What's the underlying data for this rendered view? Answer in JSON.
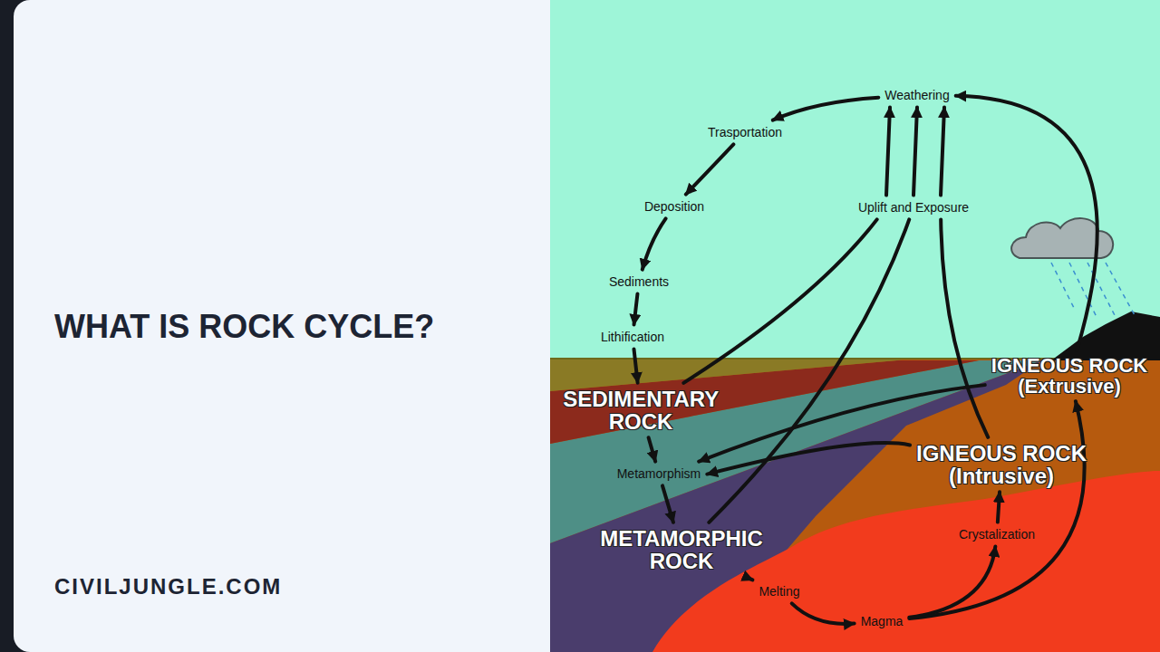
{
  "diagram": {
    "title": "WHAT IS ROCK CYCLE?",
    "nodes": [
      {
        "text": [
          "Weathering"
        ]
      },
      {
        "text": [
          "Trasportation"
        ]
      },
      {
        "text": [
          "Deposition"
        ]
      },
      {
        "text": [
          "Sediments"
        ]
      },
      {
        "text": [
          "Lithification"
        ]
      },
      {
        "text": [
          "Uplift and Exposure"
        ]
      },
      {
        "text": [
          "SEDIMENTARY ROCK"
        ]
      },
      {
        "text": [
          "IGNEOUS ROCK",
          "(Extrusive)"
        ]
      },
      {
        "text": [
          "Metamorphism"
        ]
      },
      {
        "text": [
          "IGNEOUS ROCK",
          "(Intrusive)"
        ]
      },
      {
        "text": [
          "METAMORPHIC ROCK"
        ]
      },
      {
        "text": [
          "Crystalization"
        ]
      },
      {
        "text": [
          "Melting"
        ]
      },
      {
        "text": [
          "Magma"
        ]
      }
    ],
    "edges": [
      {
        "from": 0,
        "to": 1,
        "arrow": "to"
      },
      {
        "from": 1,
        "to": 2,
        "arrow": "to"
      },
      {
        "from": 2,
        "to": 3,
        "arrow": "to"
      },
      {
        "from": 3,
        "to": 4,
        "arrow": "to"
      },
      {
        "from": 4,
        "to": 6,
        "arrow": "to"
      },
      {
        "from": 5,
        "to": 0,
        "arrow": "to"
      },
      {
        "from": 5,
        "to": 0,
        "arrow": "to"
      },
      {
        "from": 5,
        "to": 0,
        "arrow": "to"
      },
      {
        "from": 6,
        "to": 5,
        "arrow": "none"
      },
      {
        "from": 10,
        "to": 5,
        "arrow": "none"
      },
      {
        "from": 9,
        "to": 5,
        "arrow": "none"
      },
      {
        "from": 6,
        "to": 8,
        "arrow": "to"
      },
      {
        "from": 7,
        "to": 8,
        "arrow": "to"
      },
      {
        "from": 9,
        "to": 8,
        "arrow": "to"
      },
      {
        "from": 8,
        "to": 10,
        "arrow": "to"
      },
      {
        "from": 10,
        "to": 12,
        "arrow": "to"
      },
      {
        "from": 12,
        "to": 13,
        "arrow": "to"
      },
      {
        "from": 13,
        "to": 11,
        "arrow": "to"
      },
      {
        "from": 11,
        "to": 9,
        "arrow": "to"
      },
      {
        "from": 13,
        "to": 7,
        "arrow": "to"
      },
      {
        "from": 7,
        "to": 0,
        "arrow": "to"
      }
    ],
    "labels": [
      "CIVILJUNGLE.COM"
    ]
  }
}
